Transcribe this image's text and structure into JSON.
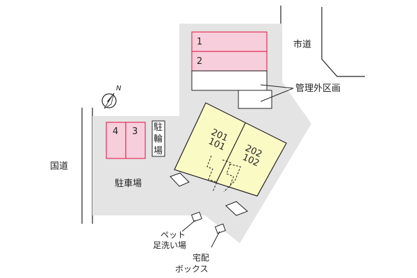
{
  "parking_spaces": [
    {
      "number": "1"
    },
    {
      "number": "2"
    },
    {
      "number": "4"
    },
    {
      "number": "3"
    }
  ],
  "bicycle_parking": {
    "chars": [
      "駐",
      "輪",
      "場"
    ]
  },
  "labels": {
    "city_road": "市道",
    "national_road": "国道",
    "parking_lot": "駐車場",
    "outside_management": "管理外区画",
    "pet_wash": [
      "ペット",
      "足洗い場"
    ],
    "delivery_box": [
      "宅配",
      "ボックス"
    ]
  },
  "units": [
    {
      "upper": "201",
      "lower": "101"
    },
    {
      "upper": "202",
      "lower": "102"
    }
  ],
  "compass": {
    "letter": "N"
  },
  "colors": {
    "site": "#e4e4e4",
    "parking_fill": "#f7cfdc",
    "parking_border": "#e0305a",
    "building_fill": "#fafac4",
    "line": "#222222"
  }
}
